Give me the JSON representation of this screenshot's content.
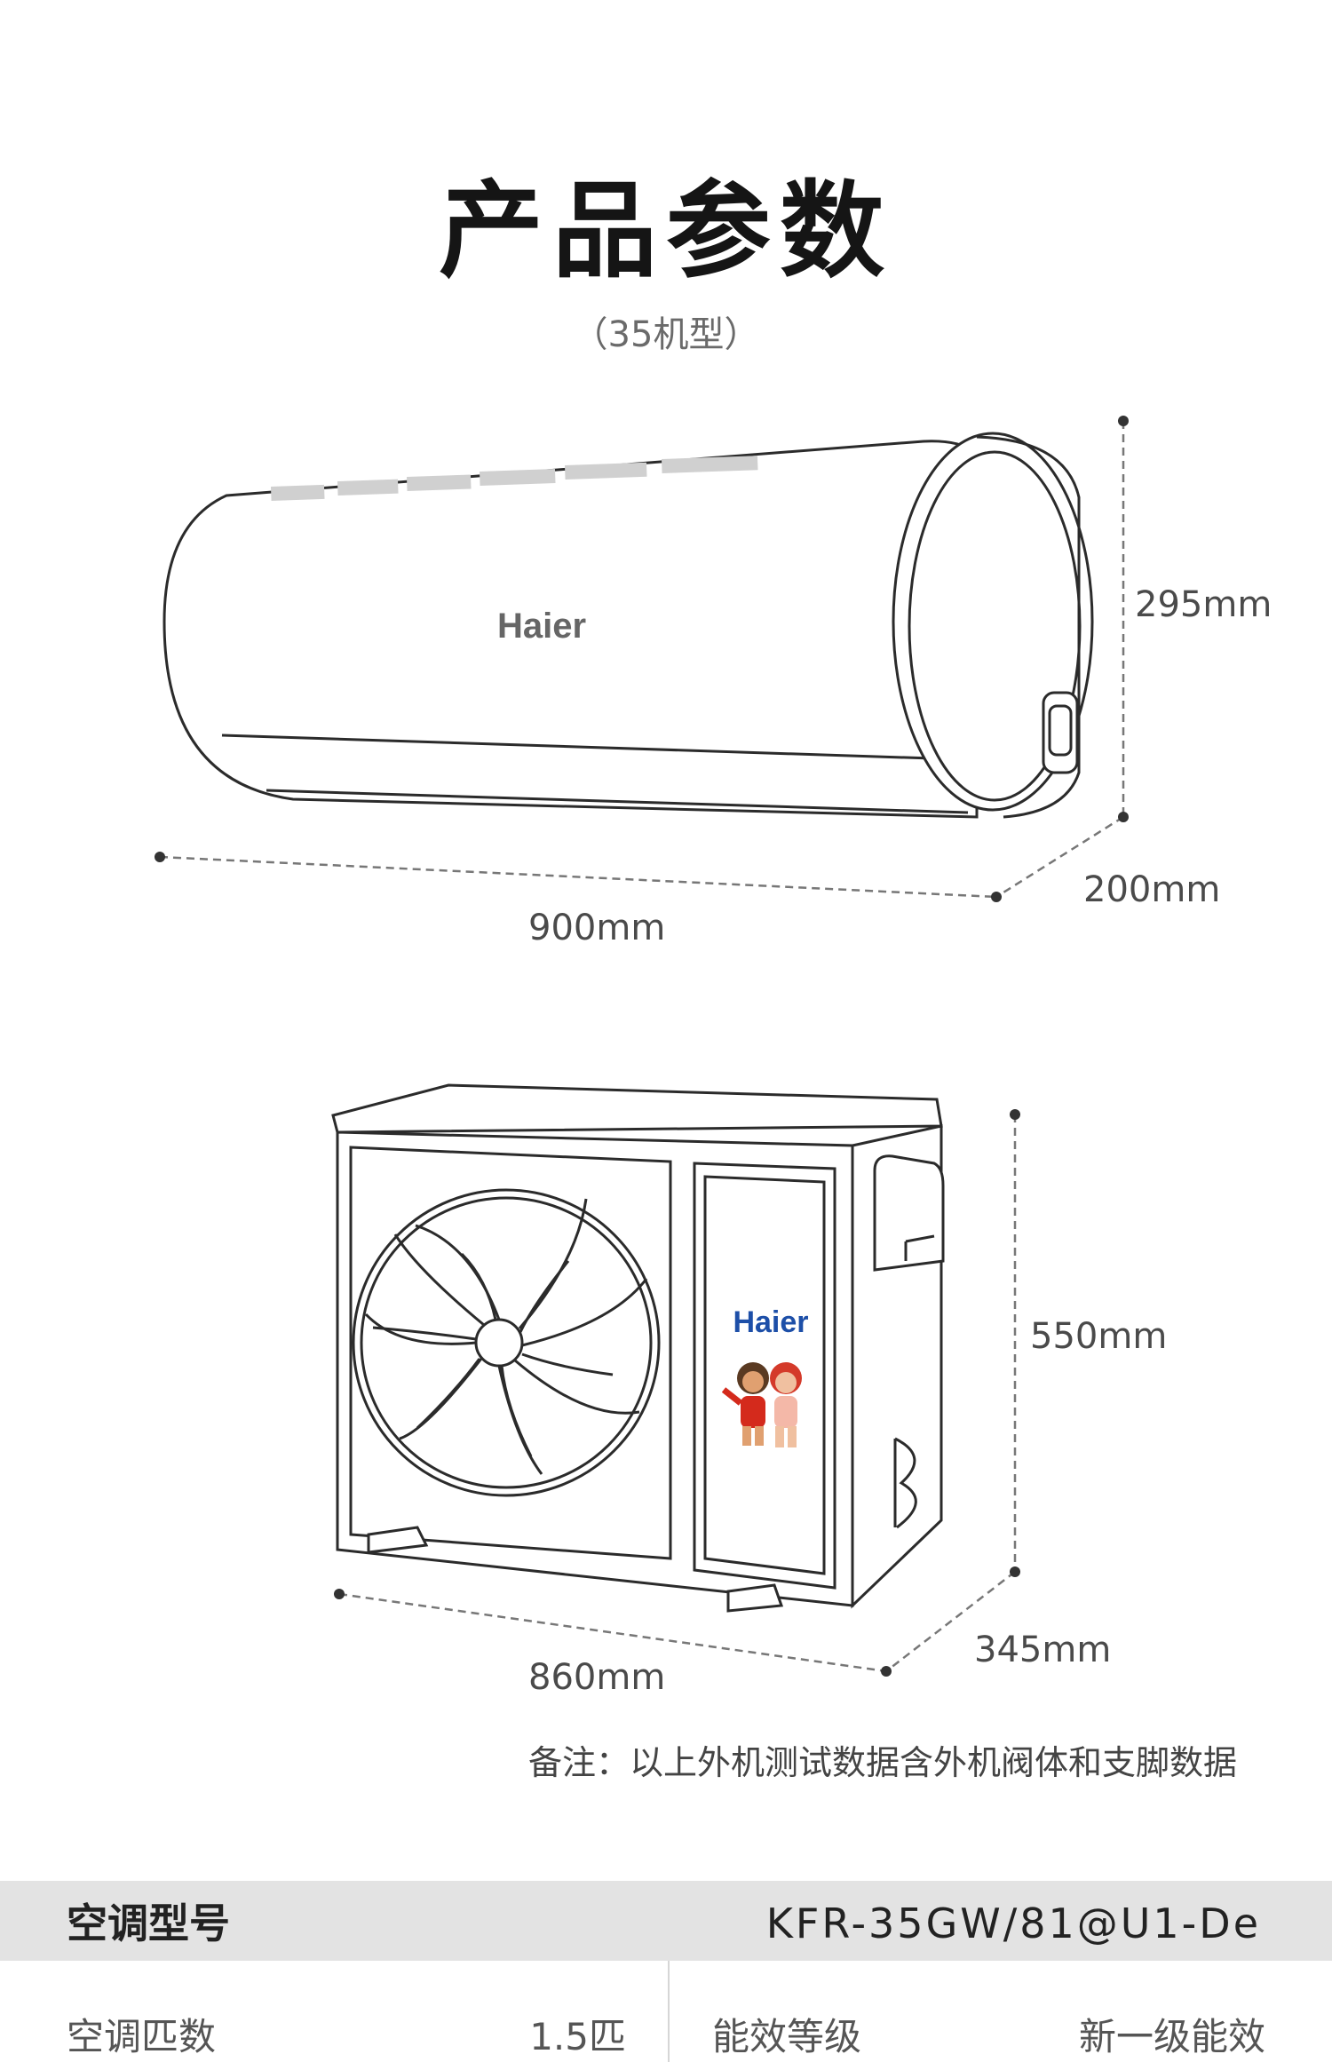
{
  "header": {
    "title": "产品参数",
    "subtitle": "（35机型）"
  },
  "indoor_unit": {
    "brand": "Haier",
    "height": "295mm",
    "depth": "200mm",
    "width": "900mm"
  },
  "outdoor_unit": {
    "brand": "Haier",
    "height": "550mm",
    "depth": "345mm",
    "width": "860mm"
  },
  "note": "备注：以上外机测试数据含外机阀体和支脚数据",
  "specs": {
    "model_label": "空调型号",
    "model_value": "KFR-35GW/81@U1-De",
    "rows": [
      {
        "label": "空调匹数",
        "value": "1.5匹"
      },
      {
        "label": "能效等级",
        "value": "新一级能效"
      }
    ]
  }
}
